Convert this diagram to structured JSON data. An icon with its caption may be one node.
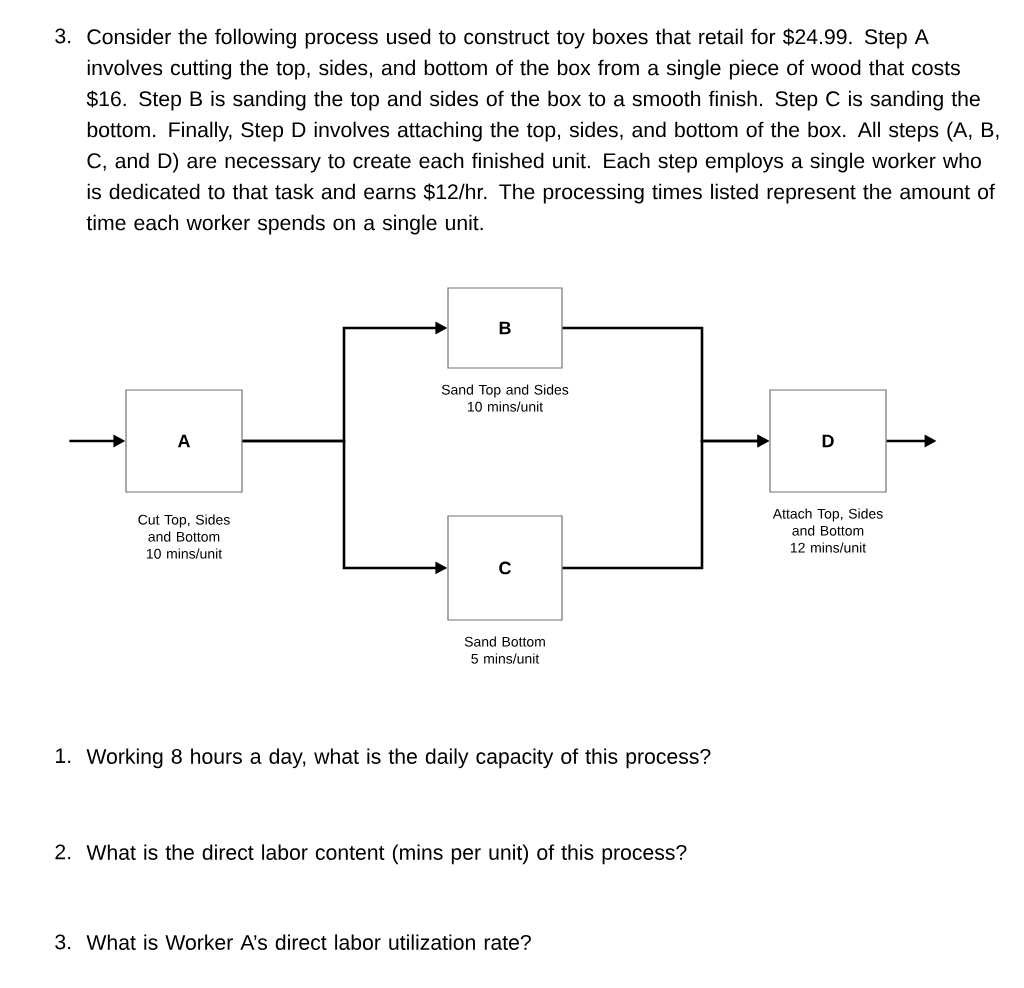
{
  "diagram": {
    "nodes": [
      {
        "text": [
          "A"
        ],
        "beside": [
          "Cut Top, Sides and Bottom",
          "10 mins/unit"
        ]
      },
      {
        "text": [
          "B"
        ],
        "beside": [
          "Sand Top and Sides",
          "10 mins/unit"
        ]
      },
      {
        "text": [
          "C"
        ],
        "beside": [
          "Sand Bottom",
          "5 mins/unit"
        ]
      },
      {
        "text": [
          "D"
        ],
        "beside": [
          "Attach Top, Sides and Bottom",
          "12 mins/unit"
        ]
      }
    ],
    "edges": [
      {
        "from": null,
        "to": 0,
        "arrow": "to"
      },
      {
        "from": 0,
        "to": 1,
        "arrow": "to"
      },
      {
        "from": 0,
        "to": 2,
        "arrow": "to"
      },
      {
        "from": 1,
        "to": 3,
        "arrow": "to"
      },
      {
        "from": 2,
        "to": 3,
        "arrow": "to"
      },
      {
        "from": 3,
        "to": null,
        "arrow": "to"
      }
    ],
    "labels": [
      "3.",
      "Consider the following process used to construct toy boxes that retail for $24.99. Step A involves cutting the top, sides, and bottom of the box from a single piece of wood that costs $16. Step B is sanding the top and sides of the box to a smooth finish. Step C is sanding the bottom. Finally, Step D involves attaching the top, sides, and bottom of the box. All steps (A, B, C, and D) are necessary to create each finished unit. Each step employs a single worker who is dedicated to that task and earns $12/hr. The processing times listed represent the amount of time each worker spends on a single unit.",
      "1.",
      "Working 8 hours a day, what is the daily capacity of this process?",
      "2.",
      "What is the direct labor content (mins per unit) of this process?",
      "3.",
      "What is Worker A’s direct labor utilization rate?"
    ]
  }
}
